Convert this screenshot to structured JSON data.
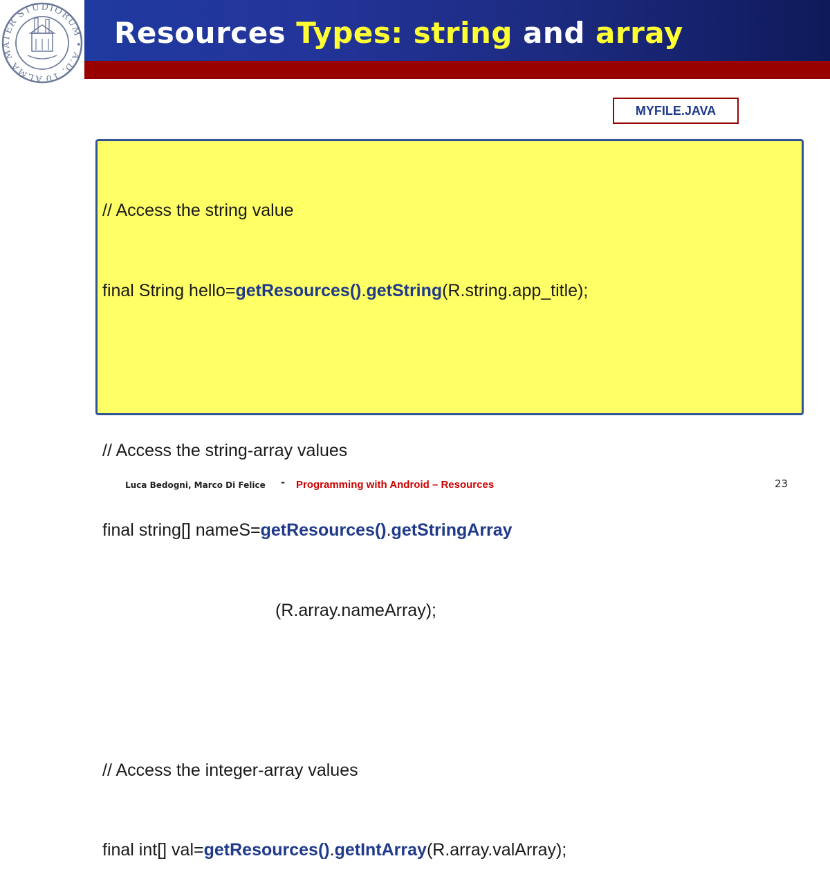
{
  "header": {
    "title_parts": [
      {
        "text": "Resources ",
        "color": "#ffffff"
      },
      {
        "text": "Types: string ",
        "color": "#ffff33"
      },
      {
        "text": "and ",
        "color": "#ffffff"
      },
      {
        "text": "array",
        "color": "#ffff33"
      }
    ],
    "logo": {
      "icon": "university-seal-icon",
      "ring_text": "ALMA MATER STUDIORUM",
      "date_text": "A.D. 1088"
    },
    "colors": {
      "band": "#1f3aa0",
      "red_bar": "#990000"
    }
  },
  "file_label": "MYFILE.JAVA",
  "code": {
    "line1": {
      "a": "// Access the string value"
    },
    "line2": {
      "a": "final String hello=",
      "b": "getResources()",
      "c": ".",
      "d": "getString",
      "e": "(R.string.app_title);"
    },
    "line3": {
      "a": ""
    },
    "line4": {
      "a": "// Access the string-array values"
    },
    "line5": {
      "a": "final string[] nameS=",
      "b": "getResources()",
      "c": ".",
      "d": "getStringArray"
    },
    "line6": {
      "a": "                                    (R.array.nameArray);"
    },
    "line7": {
      "a": ""
    },
    "line8": {
      "a": "// Access the integer-array values"
    },
    "line9": {
      "a": "final int[] val=",
      "b": "getResources()",
      "c": ".",
      "d": "getIntArray",
      "e": "(R.array.valArray);"
    }
  },
  "footer": {
    "authors": "Luca Bedogni, Marco Di Felice",
    "dash": "-",
    "course": "Programming with Android – Resources",
    "page": "23"
  }
}
